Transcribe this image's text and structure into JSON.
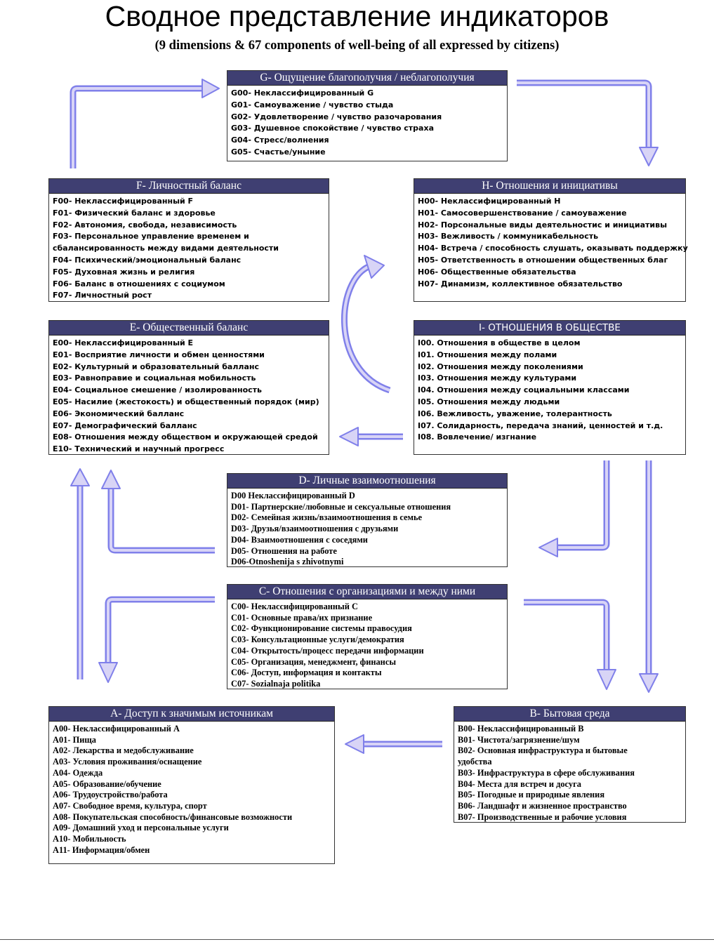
{
  "title": "Сводное представление индикаторов",
  "subtitle": "(9 dimensions & 67 components of well-being of all expressed by citizens)",
  "boxes": [
    {
      "id": "G",
      "header": "G- Ощущение благополучия / неблагополучия",
      "items": [
        "G00- Неклассифицированный G",
        "G01- Самоуважение / чувство стыда",
        "G02- Удовлетворение / чувство разочарования",
        "G03- Душевное спокойствие / чувство страха",
        "G04- Стресс/волнения",
        "G05- Счастье/уныние"
      ]
    },
    {
      "id": "F",
      "header": "F- Личностный баланс",
      "items": [
        "F00- Неклассифицированный F",
        "F01- Физический баланс и здоровье",
        "F02- Автономия, свобода, независимость",
        "F03- Персональное управление временем и",
        "сбалансированность между видами деятельности",
        "F04- Психический/эмоциональный баланс",
        "F05- Духовная жизнь и религия",
        "F06- Баланс в отношениях с социумом",
        "F07- Личностный рост"
      ]
    },
    {
      "id": "H",
      "header": "H- Отношения и инициативы",
      "items": [
        "H00- Неклассифицированный H",
        "H01- Самосовершенствование / самоуважение",
        "H02- Порсональные виды деятельностис и инициативы",
        "H03- Вежливость / коммуникабельность",
        "H04- Встреча / способность слушать, оказывать поддержку",
        "H05- Ответственность в отношении общественных благ",
        "H06- Общественные обязательства",
        "H07- Динамизм, коллективное обязательство"
      ]
    },
    {
      "id": "E",
      "header": "E- Общественный баланс",
      "items": [
        "E00- Неклассифицированный E",
        "E01- Восприятие личности и обмен ценностями",
        "E02- Культурный и образовательный балланс",
        "E03- Равноправие и социальная мобильность",
        "E04- Социальное смешение / изолированность",
        "E05- Насилие (жестокость) и общественный порядок (мир)",
        "E06- Экономический балланс",
        "E07- Демографический балланс",
        "E08- Отношения между обществом и окружающей средой",
        "E10- Технический и научный прогресс"
      ]
    },
    {
      "id": "I",
      "header": "I- ОТНОШЕНИЯ В ОБЩЕСТВЕ",
      "items": [
        "I00. Отношения в обществе в целом",
        "I01. Отношения между полами",
        "I02. Отношения между поколениями",
        "I03. Отношения между культурами",
        "I04. Отношения между социальными классами",
        "I05. Отношения между людьми",
        "I06. Вежливость, уважение, толерантность",
        "I07. Солидарность, передача знаний, ценностей и т.д.",
        "I08. Вовлечение/ изгнание"
      ]
    },
    {
      "id": "D",
      "header": "D- Личные взаимоотношения",
      "items": [
        "D00 Неклассифицированный D",
        "D01- Партнерские/любовные и сексуальные отношения",
        "D02- Семейная жизнь/взаимоотношения в семье",
        "D03- Друзья/взаимоотношения с друзьями",
        "D04- Взаимоотношения с соседями",
        "D05- Отношения на работе",
        "D06-Otnoshenija s zhivotnymi"
      ]
    },
    {
      "id": "C",
      "header": "C- Отношения с организациями и между ними",
      "items": [
        "C00- Неклассифицированный C",
        "C01- Основные права/их признание",
        "C02- Функционирование системы правосудия",
        "C03- Консультационные услуги/демократия",
        "C04- Открытость/процесс передачи информации",
        "C05- Организация, менеджмент, финансы",
        "C06- Доступ, информация и контакты",
        "C07- Sozialnaja politika"
      ]
    },
    {
      "id": "A",
      "header": "A- Доступ к значимым источникам",
      "items": [
        "A00- Неклассифицированный A",
        "A01- Пища",
        "A02- Лекарства и медобслуживание",
        "A03- Условия проживания/оснащение",
        "A04- Одежда",
        "A05- Образование/обучение",
        "A06- Трудоустройство/работа",
        "A07- Свободное время, культура, спорт",
        "A08- Покупательская способность/финансовые возможности",
        "A09- Домашний уход и персональные услуги",
        "A10- Мобильность",
        "A11- Информация/обмен"
      ]
    },
    {
      "id": "B",
      "header": "B- Бытовая среда",
      "items": [
        "B00- Неклассифицированный B",
        "B01- Чистота/загрязнение/шум",
        "B02- Основная инфраструктура и бытовые",
        "удобства",
        "B03- Инфраструктура в сфере обслуживания",
        "B04- Места для встреч и досуга",
        "B05- Погодные и природные явления",
        "B06- Ландшафт и жизненное пространство",
        "B07- Производственные и рабочие условия"
      ]
    }
  ],
  "colors": {
    "header_bg": "#3f3f72",
    "arrow_fill": "#d8d4f6",
    "arrow_stroke": "#8080ea"
  }
}
